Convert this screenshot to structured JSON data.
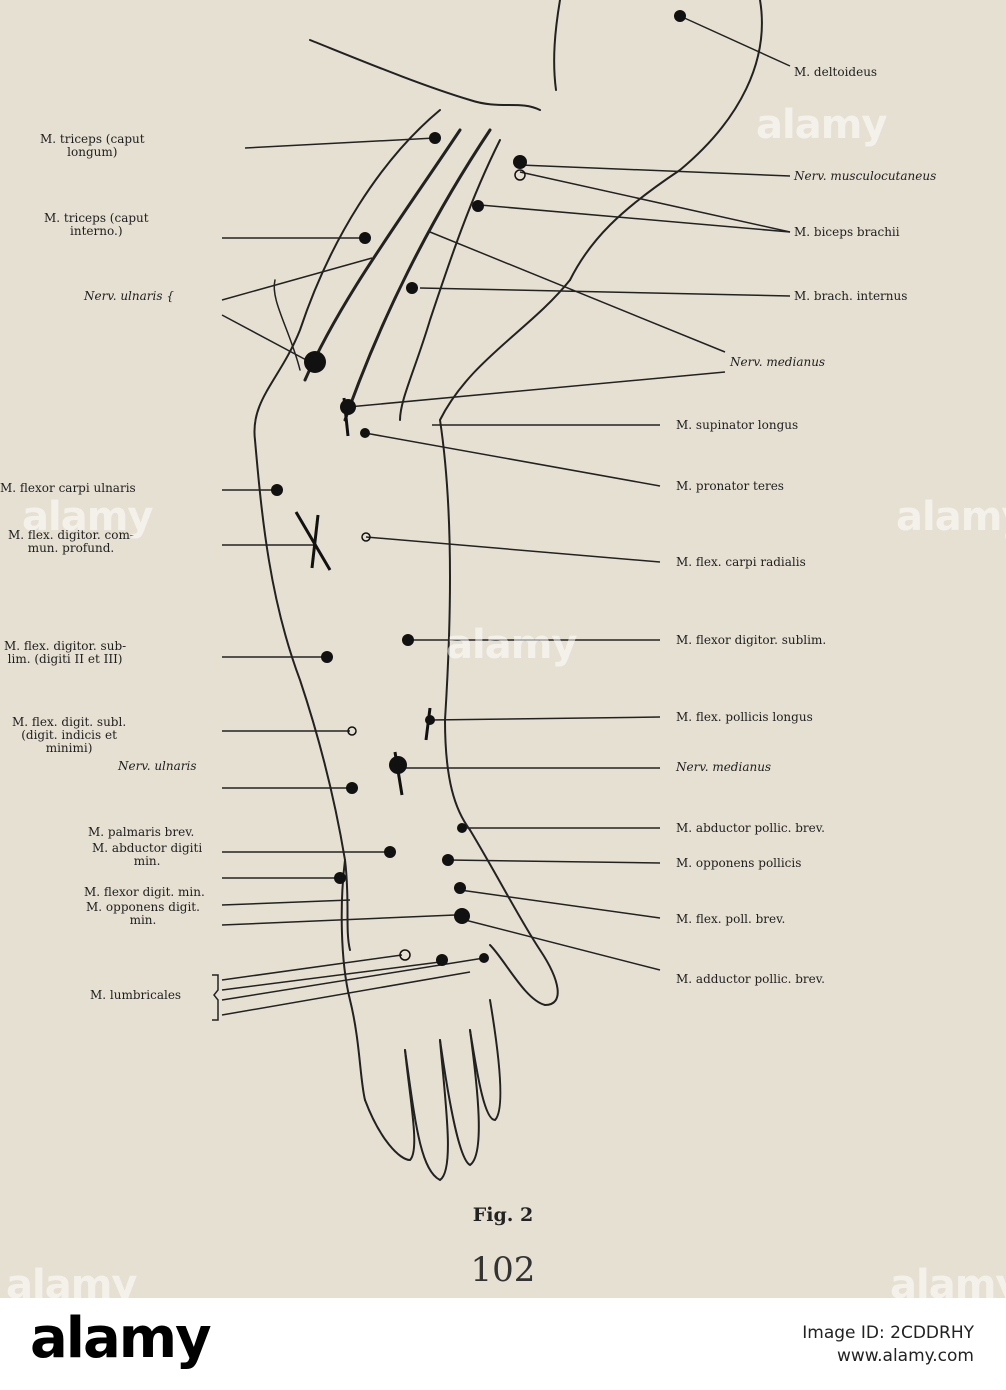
{
  "figure": {
    "caption": "Fig. 2",
    "page_number": "102",
    "labels_left": [
      {
        "key": "triceps_longum",
        "text": "M. triceps (caput\nlongum)",
        "italic": false
      },
      {
        "key": "triceps_intern",
        "text": "M. triceps (caput\ninterno.)",
        "italic": false
      },
      {
        "key": "nerv_ulnaris_upper",
        "text": "Nerv. ulnaris {",
        "italic": true
      },
      {
        "key": "flexor_carpi_ulnaris",
        "text": "M. flexor carpi ulnaris",
        "italic": false
      },
      {
        "key": "flex_digitor_profund",
        "text": "M. flex. digitor. com-\nmun. profund.",
        "italic": false
      },
      {
        "key": "flex_digitor_sublim_ii_iii",
        "text": "M. flex. digitor. sub-\nlim. (digiti II et III)",
        "italic": false
      },
      {
        "key": "flex_digit_subl_indicis",
        "text": "M. flex. digit. subl.\n(digit. indicis et\nminimi)",
        "italic": false
      },
      {
        "key": "nerv_ulnaris_lower",
        "text": "Nerv. ulnaris",
        "italic": true
      },
      {
        "key": "palmaris_brev",
        "text": "M. palmaris brev.",
        "italic": false
      },
      {
        "key": "abductor_digiti_min",
        "text": "M. abductor digiti\nmin.",
        "italic": false
      },
      {
        "key": "flexor_digit_min",
        "text": "M. flexor digit. min.",
        "italic": false
      },
      {
        "key": "opponens_digit_min",
        "text": "M. opponens digit.\nmin.",
        "italic": false
      },
      {
        "key": "lumbricales",
        "text": "M. lumbricales",
        "italic": false
      }
    ],
    "labels_right": [
      {
        "key": "deltoideus",
        "text": "M. deltoideus",
        "italic": false
      },
      {
        "key": "nerv_musculocutaneus",
        "text": "Nerv. musculocutaneus",
        "italic": true
      },
      {
        "key": "biceps_brachii",
        "text": "M. biceps brachii",
        "italic": false
      },
      {
        "key": "brach_internus",
        "text": "M. brach. internus",
        "italic": false
      },
      {
        "key": "nerv_medianus_upper",
        "text": "Nerv. medianus",
        "italic": true
      },
      {
        "key": "supinator_longus",
        "text": "M. supinator longus",
        "italic": false
      },
      {
        "key": "pronator_teres",
        "text": "M. pronator teres",
        "italic": false
      },
      {
        "key": "flex_carpi_radialis",
        "text": "M. flex. carpi radialis",
        "italic": false
      },
      {
        "key": "flexor_digitor_sublim",
        "text": "M. flexor digitor. sublim.",
        "italic": false
      },
      {
        "key": "flex_pollicis_longus",
        "text": "M. flex. pollicis longus",
        "italic": false
      },
      {
        "key": "nerv_medianus_lower",
        "text": "Nerv. medianus",
        "italic": true
      },
      {
        "key": "abductor_pollic_brev",
        "text": "M. abductor pollic. brev.",
        "italic": false
      },
      {
        "key": "opponens_pollicis",
        "text": "M. opponens pollicis",
        "italic": false
      },
      {
        "key": "flex_poll_brev",
        "text": "M. flex. poll. brev.",
        "italic": false
      },
      {
        "key": "adductor_pollic_brev",
        "text": "M. adductor pollic. brev.",
        "italic": false
      }
    ]
  },
  "watermark": {
    "text": "alamy",
    "footer_logo": "alamy",
    "image_id": "Image ID: 2CDDRHY",
    "site": "www.alamy.com"
  },
  "colors": {
    "paper": "#e6e0d2",
    "ink": "#1e1e1e",
    "footer": "#ffffff"
  }
}
